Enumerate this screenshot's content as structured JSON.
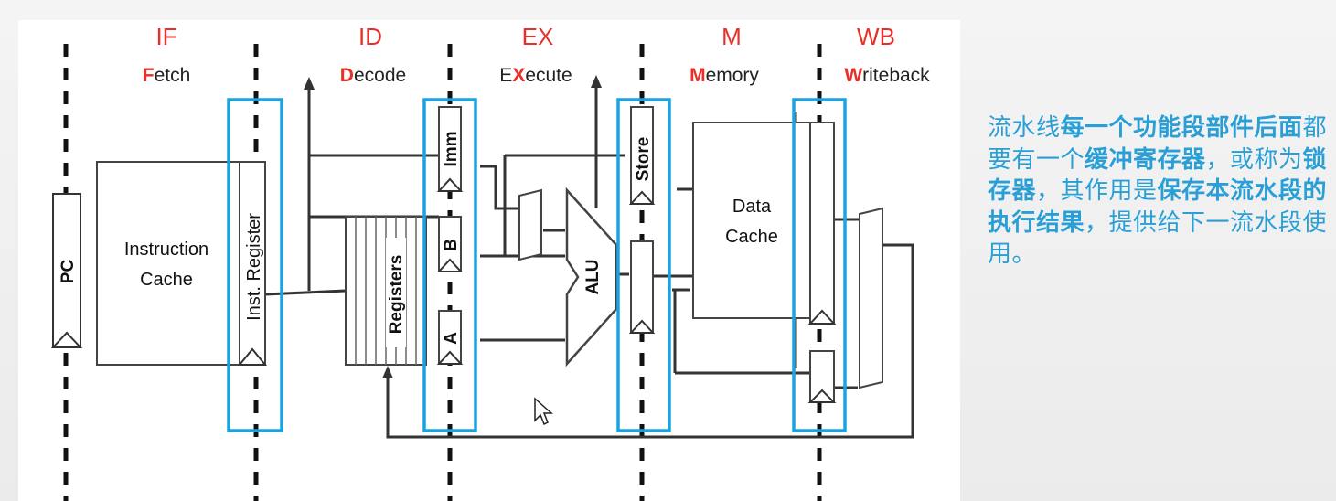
{
  "stages": [
    {
      "abbr": "IF",
      "first": "F",
      "rest": "etch"
    },
    {
      "abbr": "ID",
      "first": "D",
      "rest": "ecode"
    },
    {
      "abbr": "EX",
      "first": "E",
      "mid": "X",
      "rest": "ecute"
    },
    {
      "abbr": "M",
      "first": "M",
      "rest": "emory"
    },
    {
      "abbr": "WB",
      "first": "W",
      "rest": "riteback"
    }
  ],
  "blocks": {
    "pc": "PC",
    "icache_line1": "Instruction",
    "icache_line2": "Cache",
    "inst_reg": "Inst. Register",
    "registers": "Registers",
    "imm": "Imm",
    "reg_a": "A",
    "reg_b": "B",
    "alu": "ALU",
    "store": "Store",
    "dcache_line1": "Data",
    "dcache_line2": "Cache"
  },
  "colors": {
    "stage_text": "#e8302a",
    "highlight_box": "#1aa3e0",
    "note_text": "#2a9fd6"
  },
  "note": {
    "segments": [
      {
        "text": "流水线",
        "bold": false
      },
      {
        "text": "每一个功能段部件后面",
        "bold": true
      },
      {
        "text": "都要有一个",
        "bold": false
      },
      {
        "text": "缓冲寄存器",
        "bold": true
      },
      {
        "text": "，或称为",
        "bold": false
      },
      {
        "text": "锁存器",
        "bold": true
      },
      {
        "text": "，其作用是",
        "bold": false
      },
      {
        "text": "保存本流水段的执行结果",
        "bold": true
      },
      {
        "text": "，提供给下一流水段使用。",
        "bold": false
      }
    ]
  }
}
